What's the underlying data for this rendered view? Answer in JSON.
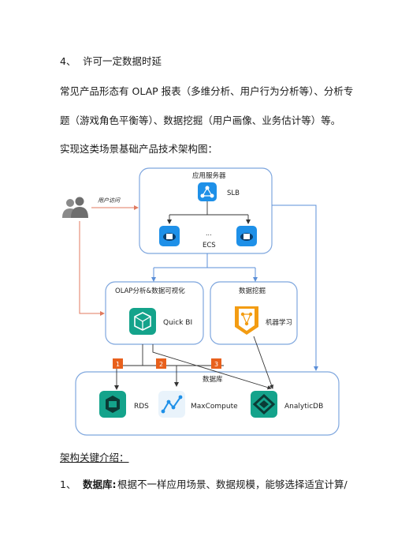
{
  "section": {
    "number": "4、",
    "title": "许可一定数据时延"
  },
  "paragraphs": [
    "常见产品形态有 OLAP 报表（多维分析、用户行为分析等）、分析专",
    "题（游戏角色平衡等）、数据挖掘（用户画像、业务估计等）等。",
    "实现这类场景基础产品技术架构图："
  ],
  "diagram": {
    "user_access_label": "用户访问",
    "app_server": {
      "title": "应用服务器",
      "slb_label": "SLB",
      "ellipsis": "...",
      "ecs_label": "ECS"
    },
    "olap_box": {
      "title": "OLAP分析&数据可视化",
      "product": "Quick BI"
    },
    "mining_box": {
      "title": "数据挖掘",
      "product": "机器学习"
    },
    "database_box": {
      "title": "数据库",
      "products": [
        "RDS",
        "MaxCompute",
        "AnalyticDB"
      ]
    },
    "markers": [
      "1",
      "2",
      "3"
    ],
    "colors": {
      "accent_blue": "#1e90e8",
      "teal": "#14a38b",
      "marker_orange": "#e8601c",
      "arrow_red": "#e07a5f",
      "arrow_blue": "#5b8fd8"
    }
  },
  "intro_heading": "架构关键介绍：",
  "item1": {
    "number": "1、",
    "term": "数据库:",
    "text": "根据不一样应用场景、数据规模，能够选择适宜计算/"
  }
}
